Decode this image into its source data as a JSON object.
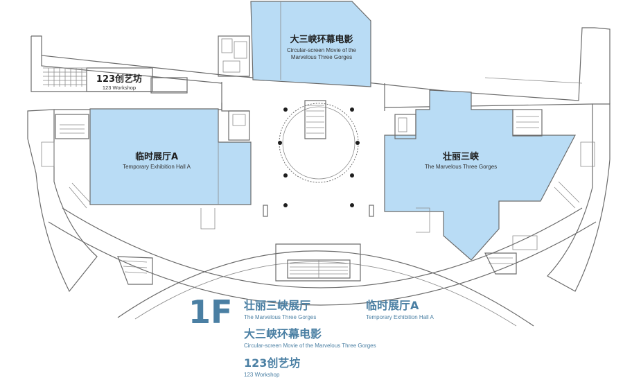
{
  "rooms": {
    "cinema": {
      "zh": "大三峡环幕电影",
      "en1": "Circular-screen Movie of the",
      "en2": "Marvelous Three Gorges"
    },
    "workshop": {
      "zh": "123创艺坊",
      "en": "123 Workshop"
    },
    "hall_a": {
      "zh": "临时展厅A",
      "en": "Temporary Exhibition Hall A"
    },
    "gorges": {
      "zh": "壮丽三峡",
      "en": "The Marvelous Three Gorges"
    }
  },
  "legend": {
    "floor": "1F",
    "items": [
      {
        "zh": "壮丽三峡展厅",
        "en": "The Marvelous Three Gorges"
      },
      {
        "zh": "临时展厅A",
        "en": "Temporary Exhibition Hall A"
      },
      {
        "zh": "大三峡环幕电影",
        "en": "Circular-screen Movie of the Marvelous Three Gorges"
      },
      {
        "zh": "123创艺坊",
        "en": "123 Workshop"
      }
    ]
  },
  "colors": {
    "room_fill": "#b9dcf5",
    "wall": "#6b6b6b",
    "legend_text": "#4a7fa3"
  }
}
